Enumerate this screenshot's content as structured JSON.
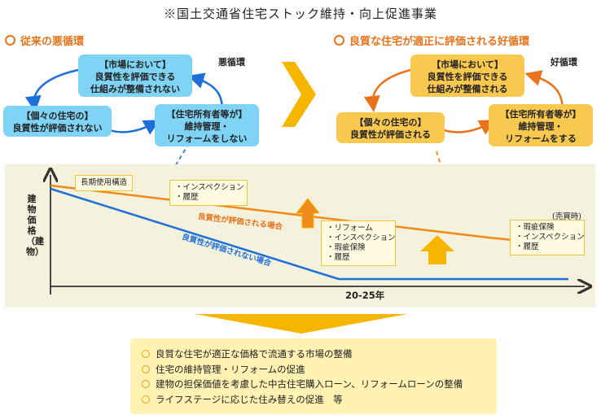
{
  "title": "※国土交通省住宅ストック維持・向上促進事業",
  "left": {
    "heading": "従来の悪循環",
    "cycle_label": "悪循環",
    "box_market": [
      "【市場において】",
      "良質性を評価できる",
      "仕組みが整備されない"
    ],
    "box_individual": [
      "【個々の住宅の】",
      "良質性が評価されない"
    ],
    "box_owner": [
      "【住宅所有者等が】",
      "維持管理・",
      "リフォームをしない"
    ]
  },
  "right": {
    "heading": "良質な住宅が適正に評価される好循環",
    "cycle_label": "好循環",
    "box_market": [
      "【市場において】",
      "良質性を評価できる",
      "仕組みが整備される"
    ],
    "box_individual": [
      "【個々の住宅の】",
      "良質性が評価される"
    ],
    "box_owner": [
      "【住宅所有者等が】",
      "維持管理・",
      "リフォームをする"
    ]
  },
  "chart": {
    "ylabel": "建物価格（建物）",
    "xlabel": "20-25年",
    "long_term_label": "長期使用構造",
    "series_good": "良質性が評価される場合",
    "series_bad": "良質性が評価されない場合",
    "note1": [
      "・インスペクション",
      "・履歴"
    ],
    "note2": [
      "・リフォーム",
      "・インスペクション",
      "・瑕疵保険",
      "・履歴"
    ],
    "note3_title": "(売買時)",
    "note3": [
      "・瑕疵保険",
      "・インスペクション",
      "・履歴"
    ]
  },
  "bottom_items": [
    "良質な住宅が適正な価格で流通する市場の整備",
    "住宅の維持管理・リフォームの促進",
    "建物の担保価値を考慮した中古住宅購入ローン、リフォームローンの整備",
    "ライフステージに応じた住み替えの促進　等"
  ],
  "colors": {
    "orange": "#e8731a",
    "blue": "#1e6fd9",
    "light_blue": "#7fd3f5",
    "yellow": "#f9c94f",
    "arrow_yellow": "#f7b500"
  }
}
